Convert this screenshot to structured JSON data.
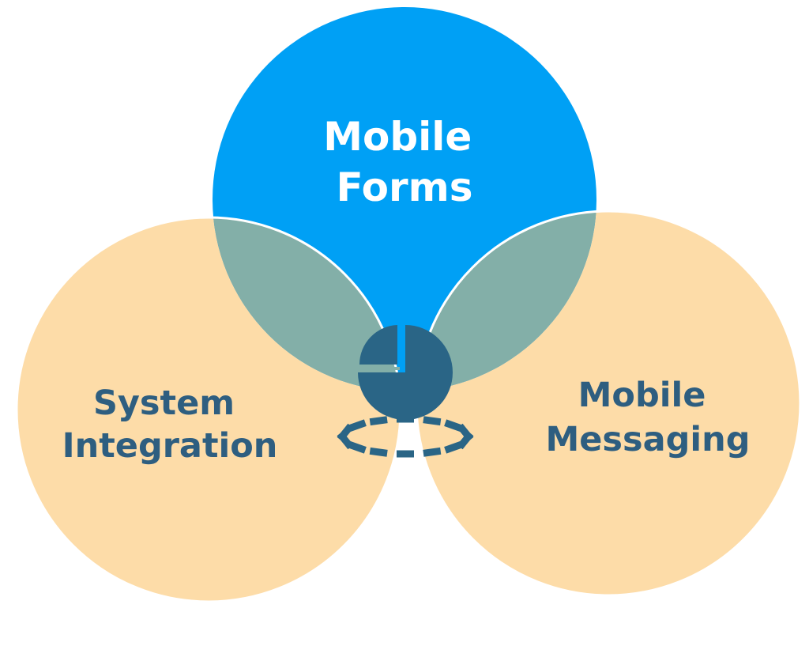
{
  "diagram": {
    "type": "venn",
    "colors": {
      "top_circle": "#00A0F5",
      "side_circles": "#FDDCA8",
      "overlap": "#83AFA8",
      "center_icon": "#2A6586",
      "label_dark": "#2E5E80",
      "label_light": "#FFFFFF"
    },
    "circles": [
      {
        "id": "top",
        "lines": [
          "Mobile",
          "Forms"
        ]
      },
      {
        "id": "left",
        "lines": [
          "System",
          "Integration"
        ]
      },
      {
        "id": "right",
        "lines": [
          "Mobile",
          "Messaging"
        ]
      }
    ],
    "center_icon": "pie-chart-icon"
  }
}
